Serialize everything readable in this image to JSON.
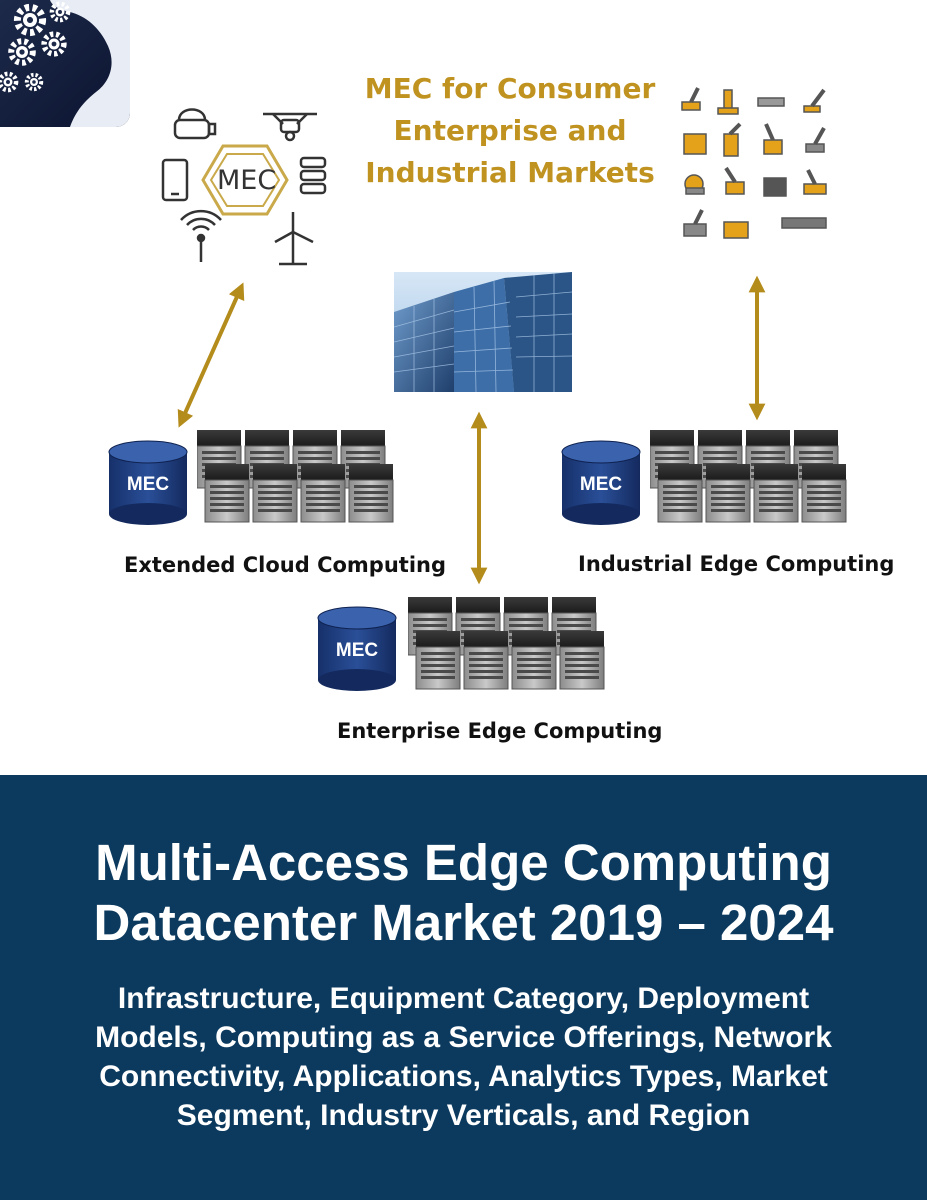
{
  "headline": {
    "line1": "MEC for Consumer",
    "line2": "Enterprise and",
    "line3": "Industrial Markets"
  },
  "hub_label": "MEC",
  "db_labels": {
    "extended": "MEC",
    "industrial": "MEC",
    "enterprise": "MEC"
  },
  "captions": {
    "extended": "Extended Cloud Computing",
    "industrial": "Industrial  Edge Computing",
    "enterprise": "Enterprise Edge Computing"
  },
  "title": {
    "line1": "Multi-Access Edge Computing",
    "line2": "Datacenter Market 2019 – 2024"
  },
  "subtitle": {
    "line1": "Infrastructure, Equipment Category, Deployment",
    "line2": "Models, Computing as a Service Offerings, Network",
    "line3": "Connectivity, Applications, Analytics Types, Market",
    "line4": "Segment, Industry Verticals, and Region"
  },
  "colors": {
    "banner": "#0c3a5e",
    "gold": "#c09320",
    "db_blue": "#1e3d7a"
  }
}
